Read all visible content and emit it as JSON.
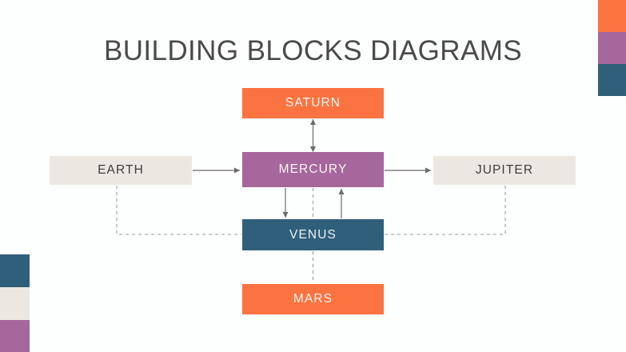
{
  "slide": {
    "title": "BUILDING BLOCKS DIAGRAMS",
    "background": "#fdfefe"
  },
  "palette": {
    "orange": "#fb7341",
    "purple": "#a6679d",
    "teal": "#2f5f7a",
    "beige": "#ece8e1",
    "title_gray": "#4a4a4a",
    "dark_text": "#3d3d3d",
    "light_text": "#fdf6f2",
    "connector": "#6b6b6b",
    "dashed": "#9a9a9a"
  },
  "blocks": [
    {
      "id": "saturn",
      "label": "SATURN",
      "fill": "#fb7341",
      "text_color": "#fdf6f2"
    },
    {
      "id": "mercury",
      "label": "MERCURY",
      "fill": "#a6679d",
      "text_color": "#fdf6f2"
    },
    {
      "id": "venus",
      "label": "VENUS",
      "fill": "#2f5f7a",
      "text_color": "#eef5f8"
    },
    {
      "id": "mars",
      "label": "MARS",
      "fill": "#fb7341",
      "text_color": "#fdf6f2"
    },
    {
      "id": "earth",
      "label": "EARTH",
      "fill": "#ece8e1",
      "text_color": "#3d3d3d"
    },
    {
      "id": "jupiter",
      "label": "JUPITER",
      "fill": "#ece8e1",
      "text_color": "#3d3d3d"
    }
  ],
  "connectors": [
    {
      "id": "mercury-saturn",
      "from": "mercury",
      "to": "saturn",
      "style": "solid",
      "arrows": "both"
    },
    {
      "id": "earth-mercury",
      "from": "earth",
      "to": "mercury",
      "style": "solid",
      "arrows": "end"
    },
    {
      "id": "mercury-jupiter",
      "from": "mercury",
      "to": "jupiter",
      "style": "solid",
      "arrows": "end"
    },
    {
      "id": "mercury-venus",
      "from": "mercury",
      "to": "venus",
      "style": "solid",
      "arrows": "end"
    },
    {
      "id": "venus-mercury",
      "from": "venus",
      "to": "mercury",
      "style": "solid",
      "arrows": "end"
    },
    {
      "id": "mercury-venus-dashed",
      "from": "mercury",
      "to": "venus",
      "style": "dashed",
      "arrows": "none"
    },
    {
      "id": "venus-mars",
      "from": "venus",
      "to": "mars",
      "style": "dashed",
      "arrows": "none"
    },
    {
      "id": "earth-venus",
      "from": "earth",
      "to": "venus",
      "style": "dashed",
      "arrows": "none"
    },
    {
      "id": "venus-jupiter",
      "from": "venus",
      "to": "jupiter",
      "style": "dashed",
      "arrows": "none"
    }
  ],
  "decorations": {
    "right": [
      {
        "id": "right-bar-orange",
        "color": "#fb7341"
      },
      {
        "id": "right-bar-purple",
        "color": "#a6679d"
      },
      {
        "id": "right-bar-teal",
        "color": "#2f5f7a"
      }
    ],
    "left": [
      {
        "id": "left-bar-teal",
        "color": "#2f5f7a"
      },
      {
        "id": "left-bar-beige",
        "color": "#ece8e1"
      },
      {
        "id": "left-bar-purple",
        "color": "#a6679d"
      }
    ]
  }
}
